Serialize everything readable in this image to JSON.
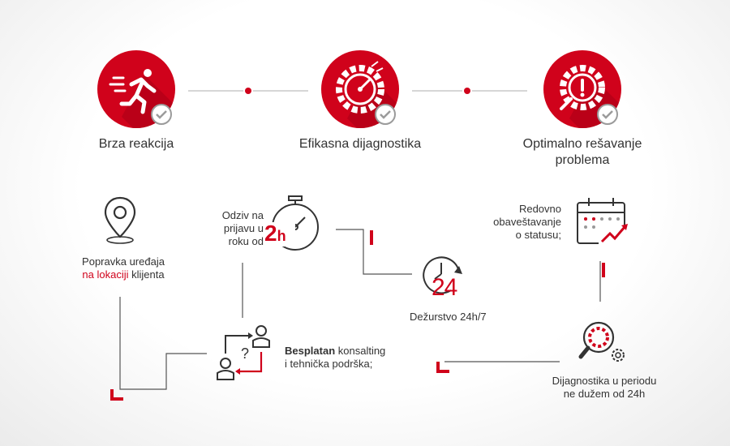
{
  "benefits": [
    {
      "label": "Brza reakcija",
      "icon": "running-person-icon"
    },
    {
      "label": "Efikasna dijagnostika",
      "icon": "gear-gauge-icon"
    },
    {
      "label": "Optimalno rešavanje",
      "label2": "problema",
      "icon": "gear-warning-wrench-icon"
    }
  ],
  "steps": {
    "location": {
      "line1": "Popravka uređaja",
      "highlight": "na lokaciji",
      "rest": " klijenta",
      "icon": "location-pin-icon"
    },
    "response": {
      "line1": "Odziv na",
      "line2": "prijavu u",
      "line3": "roku od",
      "badge": "2h",
      "icon": "stopwatch-icon"
    },
    "support": {
      "highlight": "Besplatan",
      "rest": " konsalting",
      "line2": "i tehnička podrška;",
      "icon": "consulting-people-icon",
      "question": "?"
    },
    "duty": {
      "label": "Dežurstvo 24h/7",
      "number": "24",
      "icon": "clock-24-icon"
    },
    "reporting": {
      "line1": "Redovno",
      "line2": "obaveštavanje",
      "line3": "o statusu;",
      "icon": "calendar-chart-icon"
    },
    "diagnostics": {
      "line1": "Dijagnostika u periodu",
      "line2": "ne dužem od 24h",
      "icon": "magnifier-gear-icon"
    }
  },
  "colors": {
    "accent": "#d0021b",
    "dark": "#333333",
    "line": "#555555",
    "check": "#9b9b9b"
  }
}
